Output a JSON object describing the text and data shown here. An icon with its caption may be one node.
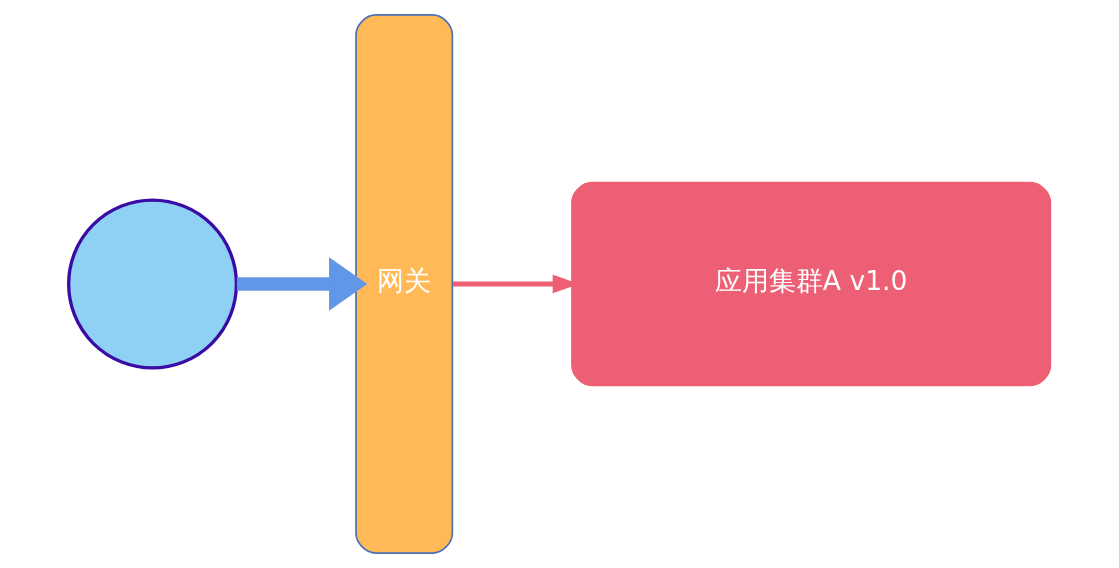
{
  "diagram": {
    "nodes": [
      {
        "text": [],
        "shape": "person"
      },
      {
        "text": [
          "网关"
        ]
      },
      {
        "text": [
          "应用集群A v1.0"
        ]
      }
    ],
    "edges": [
      {
        "from": 0,
        "to": 1,
        "arrow": "to",
        "style": "thick",
        "color": "#6197e6"
      },
      {
        "from": 1,
        "to": 2,
        "arrow": "to",
        "color": "#ee5f73"
      }
    ]
  }
}
